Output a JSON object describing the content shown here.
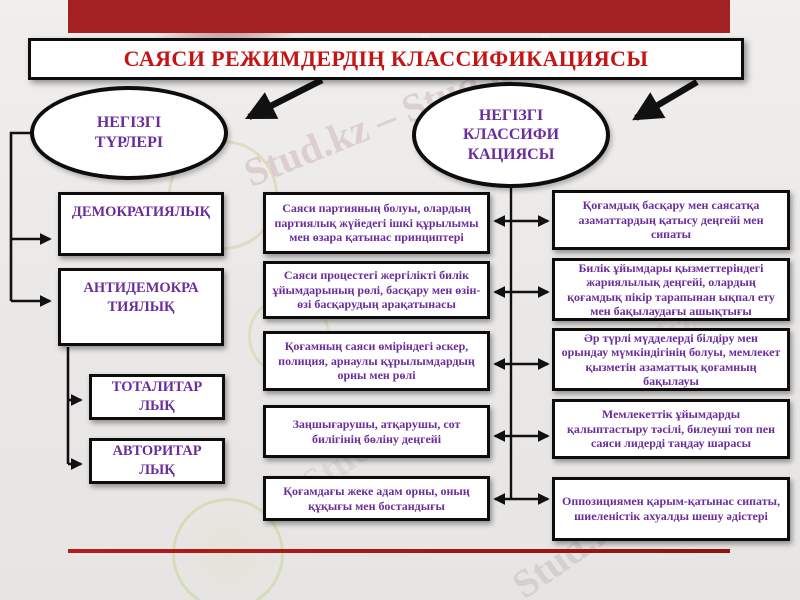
{
  "title": "САЯСИ РЕЖИМДЕРДІҢ КЛАССИФИКАЦИЯСЫ",
  "ellipses": {
    "left": "НЕГІЗГІ ТҮРЛЕРІ",
    "right": "НЕГІЗГІ КЛАССИФИ КАЦИЯСЫ"
  },
  "columns": {
    "left": [
      "ДЕМОКРАТИЯЛЫҚ",
      "АНТИДЕМОКРА ТИЯЛЫҚ",
      "ТОТАЛИТАР ЛЫҚ",
      "АВТОРИТАР ЛЫҚ"
    ],
    "middle": [
      "Саяси партияның болуы, олардың партиялық жүйедегі ішкі құрылымы мен өзара қатынас принциптері",
      "Саяси процестегі жергілікті билік ұйымдарының рөлі, басқару мен өзін-өзі басқарудың арақатынасы",
      "Қоғамның саяси өміріндегі әскер, полиция, арнаулы құрылымдардың орны мен рөлі",
      "Заңшығарушы, атқарушы, сот билігінің бөліну деңгейі",
      "Қоғамдағы жеке адам орны, оның құқығы мен бостандығы"
    ],
    "right": [
      "Қоғамдық басқару мен саясатқа азаматтардың қатысу деңгейі мен сипаты",
      "Билік ұйымдары қызметтеріндегі жариялылық деңгейі, олардың қоғамдық пікір тарапынан ықпал ету мен бақылаудағы ашықтығы",
      "Әр түрлі мүдделерді білдіру мен орындау мүмкіндігінің болуы, мемлекет қызметін азаматтық қоғамның бақылауы",
      "Мемлекеттік ұйымдарды қалыптастыру тәсілі, билеуші топ пен саяси лидерді таңдау шарасы",
      "Оппозициямен қарым-қатынас сипаты, шиеленістік ахуалды шешу әдістері"
    ]
  },
  "watermark": "Stud.kz",
  "watermark_repeat": "Stud.kz – Stud.kz",
  "colors": {
    "top_bar_red": "#a32023",
    "title_red": "#c41414",
    "text_purple": "#6b2d9c",
    "bottom_line_red": "#a31616",
    "connector_black": "#111111"
  }
}
